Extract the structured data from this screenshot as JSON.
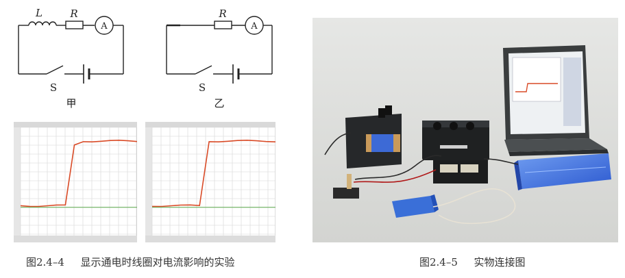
{
  "circuit_a": {
    "inductor_label": "L",
    "resistor_label": "R",
    "ammeter_label": "A",
    "switch_label": "S",
    "name": "甲"
  },
  "circuit_b": {
    "resistor_label": "R",
    "ammeter_label": "A",
    "switch_label": "S",
    "name": "乙"
  },
  "figure_left": {
    "number": "图2.4–4",
    "text": "显示通电时线圈对电流影响的实验"
  },
  "figure_right": {
    "number": "图2.4–5",
    "text": "实物连接图"
  },
  "colors": {
    "trace": "#d94a26",
    "baseline": "#5aa84a",
    "grid": "#d6d6d6",
    "wire": "#222222",
    "sensor": "#3a6fd8"
  },
  "chart_data": [
    {
      "type": "line",
      "series": [
        {
          "values": [
            0.2,
            0.2,
            0.2,
            0.2,
            0.2,
            0.2,
            0.95,
            1,
            1,
            1,
            1,
            1,
            1,
            1
          ]
        },
        {
          "values": [
            0.18,
            0.18,
            0.18,
            0.18,
            0.18,
            0.18,
            0.18,
            0.18,
            0.18,
            0.18,
            0.18,
            0.18,
            0.18,
            0.18
          ]
        }
      ]
    },
    {
      "type": "line",
      "series": [
        {
          "values": [
            0.2,
            0.2,
            0.2,
            0.2,
            0.2,
            0.2,
            1,
            1,
            1,
            1,
            1,
            1,
            1,
            1
          ]
        },
        {
          "values": [
            0.18,
            0.18,
            0.18,
            0.18,
            0.18,
            0.18,
            0.18,
            0.18,
            0.18,
            0.18,
            0.18,
            0.18,
            0.18,
            0.18
          ]
        }
      ]
    }
  ]
}
